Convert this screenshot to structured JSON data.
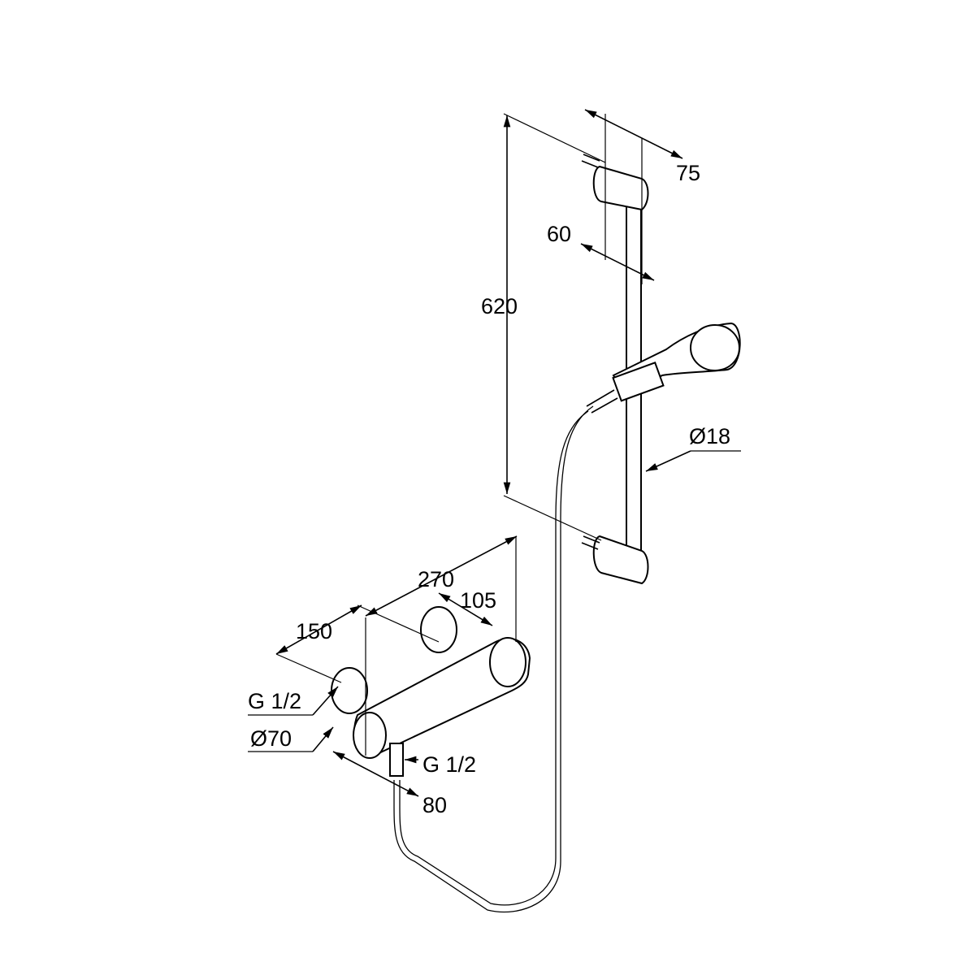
{
  "drawing": {
    "labels": {
      "rail_depth_outer": "75",
      "rail_depth_inner": "60",
      "rail_height": "620",
      "rail_diameter": "Ø18",
      "mixer_width": "270",
      "outlet_offset": "105",
      "inlet_spacing": "150",
      "inlet_thread": "G 1/2",
      "escutcheon_diameter": "Ø70",
      "outlet_thread": "G 1/2",
      "mixer_depth": "80"
    },
    "line_color": "#000000",
    "background": "#ffffff"
  }
}
